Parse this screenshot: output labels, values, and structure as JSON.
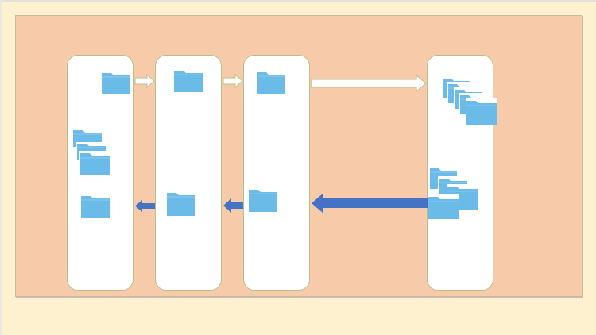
{
  "diagram": {
    "colors": {
      "page_background": "#fdf1cf",
      "slide_background": "#f7cbaa",
      "column_fill": "#ffffff",
      "column_border": "#b9bf8a",
      "folder_fill": "#6bbbe8",
      "folder_tab": "#5fb2e2",
      "forward_arrow_fill": "#ffffff",
      "forward_arrow_stroke": "#b9bf8a",
      "return_arrow_fill": "#4472c4"
    },
    "columns": [
      {
        "id": "column-1",
        "top_folders": 1,
        "bottom_groups": [
          "stack-3",
          "single"
        ]
      },
      {
        "id": "column-2",
        "top_folders": 1,
        "bottom_groups": [
          "single"
        ]
      },
      {
        "id": "column-3",
        "top_folders": 1,
        "bottom_groups": [
          "single"
        ]
      },
      {
        "id": "column-4",
        "top_folders": 5,
        "bottom_groups": [
          "stack-4"
        ]
      }
    ],
    "forward_arrows": [
      {
        "from": "column-1",
        "to": "column-2",
        "direction": "right"
      },
      {
        "from": "column-2",
        "to": "column-3",
        "direction": "right"
      },
      {
        "from": "column-3",
        "to": "column-4",
        "direction": "right"
      }
    ],
    "return_arrows": [
      {
        "from": "column-4",
        "to": "column-3",
        "direction": "left"
      },
      {
        "from": "column-3",
        "to": "column-2",
        "direction": "left"
      },
      {
        "from": "column-2",
        "to": "column-1",
        "direction": "left"
      }
    ]
  }
}
